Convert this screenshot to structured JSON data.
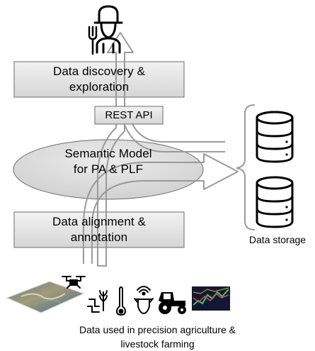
{
  "boxes": {
    "discovery": [
      "Data discovery &",
      "exploration"
    ],
    "rest_api": "REST API",
    "semantic_model": [
      "Semantic Model",
      "for PA & PLF"
    ],
    "alignment": [
      "Data alignment &",
      "annotation"
    ]
  },
  "storage": {
    "label": "Data storage"
  },
  "source": {
    "caption": [
      "Data used in precision agriculture &",
      "livestock farming"
    ]
  },
  "icons": [
    "farmer-icon",
    "pitchfork-icon",
    "drone-icon",
    "satellite-map-icon",
    "sensor-icon",
    "thermometer-icon",
    "cow-rfid-icon",
    "tractor-icon",
    "market-chart-icon",
    "database-icon"
  ]
}
